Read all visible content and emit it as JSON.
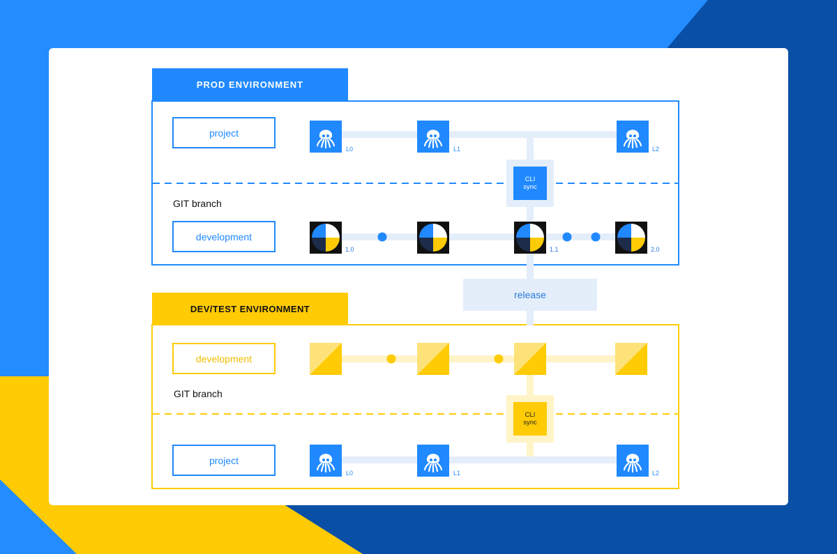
{
  "prod": {
    "header": "PROD ENVIRONMENT",
    "project_label": "project",
    "git_branch_label": "GIT branch",
    "development_label": "development",
    "cli_line1": "CLI",
    "cli_line2": "sync",
    "project_nodes": [
      "L0",
      "L1",
      "L2"
    ],
    "development_nodes": [
      "1.0",
      "1.1",
      "2.0"
    ]
  },
  "release_label": "release",
  "devtest": {
    "header": "DEV/TEST ENVIRONMENT",
    "development_label": "development",
    "git_branch_label": "GIT branch",
    "project_label": "project",
    "cli_line1": "CLI",
    "cli_line2": "sync",
    "project_nodes": [
      "L0",
      "L1",
      "L2"
    ]
  },
  "colors": {
    "blue": "#2089ff",
    "dark_blue": "#0a4fa6",
    "yellow": "#ffcb05",
    "light_yellow": "#fde27a",
    "navy": "#1c2c4a",
    "pale_blue": "#e4eefa"
  },
  "icons": {
    "project_node": "octopus-icon",
    "development_node": "quadrant-circle-icon",
    "devtest_development_node": "diagonal-split-square-icon"
  }
}
